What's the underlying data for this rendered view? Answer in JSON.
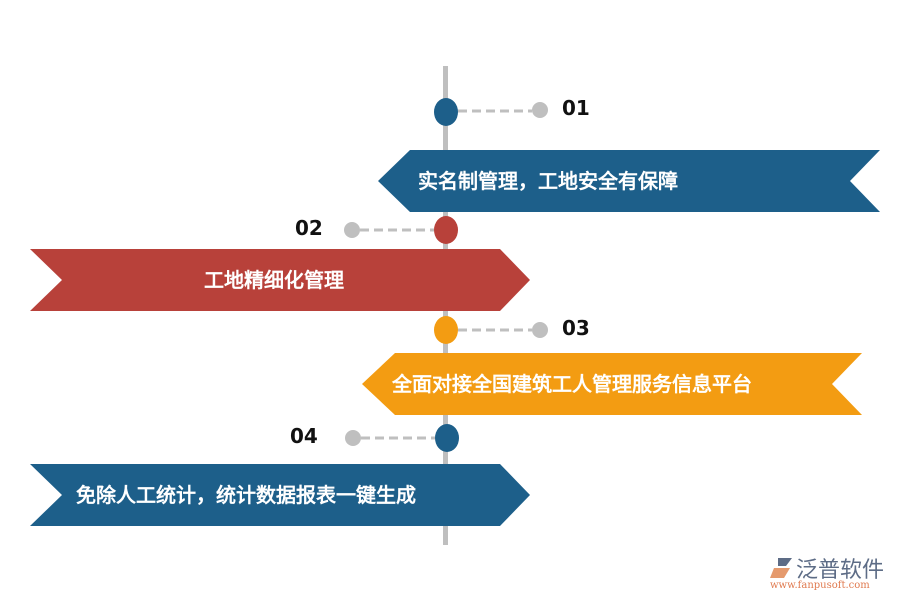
{
  "colors": {
    "blue": "#1d5f8a",
    "red": "#b8413a",
    "orange": "#f39c12",
    "line": "#bfbfbf"
  },
  "steps": [
    {
      "number": "01",
      "text": "实名制管理，工地安全有保障",
      "color": "#1d5f8a"
    },
    {
      "number": "02",
      "text": "工地精细化管理",
      "color": "#b8413a"
    },
    {
      "number": "03",
      "text": "全面对接全国建筑工人管理服务信息平台",
      "color": "#f39c12"
    },
    {
      "number": "04",
      "text": "免除人工统计，统计数据报表一键生成",
      "color": "#1d5f8a"
    }
  ],
  "logo": {
    "name": "泛普软件",
    "url": "www.fanpusoft.com"
  }
}
